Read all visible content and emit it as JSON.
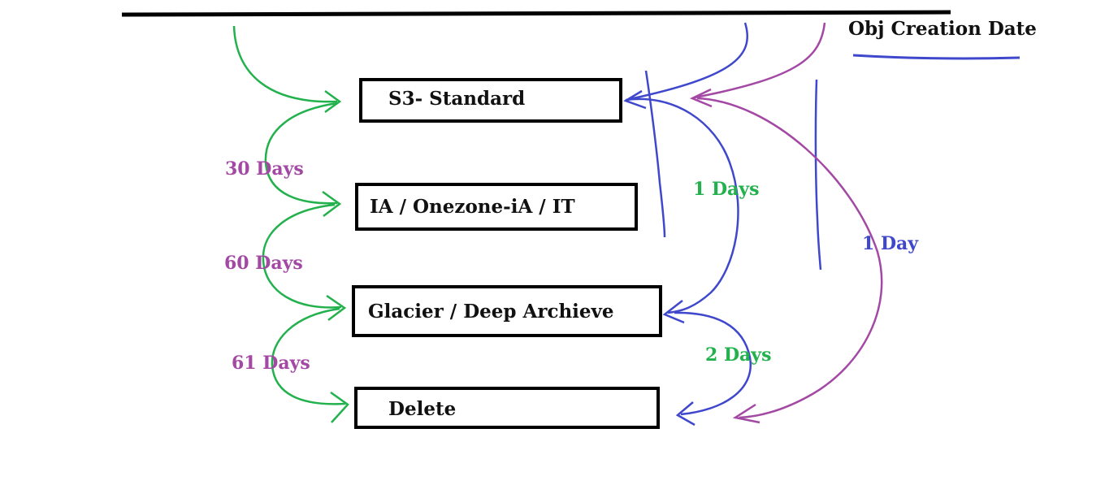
{
  "header": {
    "date_label": "Obj Creation Date"
  },
  "boxes": {
    "standard": "S3- Standard",
    "ia": "IA / Onezone-iA / IT",
    "glacier": "Glacier / Deep Archieve",
    "delete": "Delete"
  },
  "left_labels": {
    "d30": "30 Days",
    "d60": "60 Days",
    "d61": "61 Days"
  },
  "right_labels": {
    "one_days": "1 Days",
    "two_days": "2 Days",
    "one_day": "1 Day"
  },
  "colors": {
    "green": "#22b14c",
    "blue": "#3f48cc",
    "purple": "#a349a4",
    "label_purple": "#a349a4",
    "label_green": "#22b14c",
    "label_blue": "#3f48cc",
    "ink": "#000000"
  }
}
